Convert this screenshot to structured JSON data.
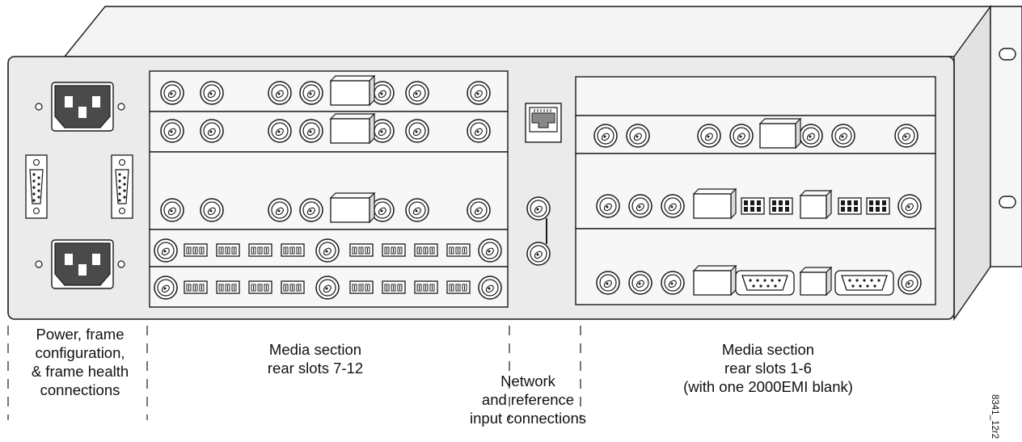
{
  "figure_id": "8341_12r2",
  "labels": {
    "power": [
      "Power, frame",
      "configuration,",
      "& frame health",
      "connections"
    ],
    "media_left": [
      "Media section",
      "rear slots 7-12"
    ],
    "network": [
      "Network",
      "and reference",
      "input connections"
    ],
    "media_right": [
      "Media section",
      "rear slots 1-6",
      "(with one 2000EMI blank)"
    ]
  },
  "colors": {
    "line": "#1a1a1a",
    "panel": "#ebebeb",
    "outlet": "#4a4a4a",
    "text": "#111111"
  },
  "icons": [
    "power-inlet-icon",
    "db9-connector-icon",
    "bnc-connector-icon",
    "rj45-jack-icon",
    "terminal-block-icon",
    "db15-connector-icon"
  ]
}
